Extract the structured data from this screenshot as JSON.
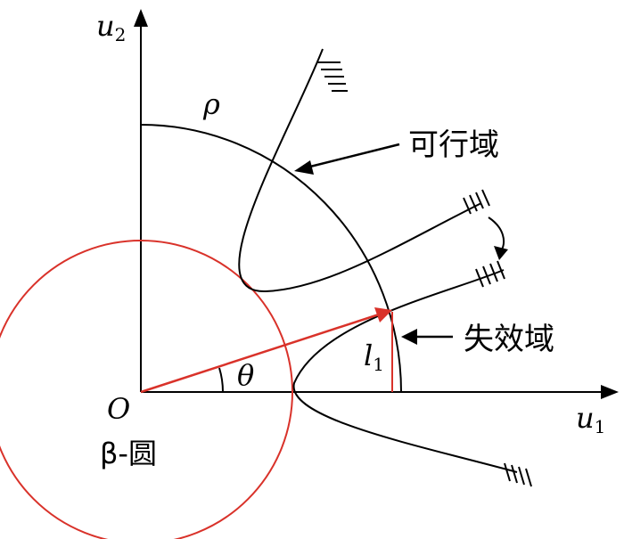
{
  "labels": {
    "u2": "u",
    "u2_sub": "2",
    "u1": "u",
    "u1_sub": "1",
    "origin": "O",
    "rho": "ρ",
    "theta": "θ",
    "l1": "l",
    "l1_sub": "1",
    "beta_circle": "β-圆",
    "feasible_region": "可行域",
    "failure_region": "失效域"
  },
  "colors": {
    "line": "#000000",
    "accent": "#d9322a"
  }
}
